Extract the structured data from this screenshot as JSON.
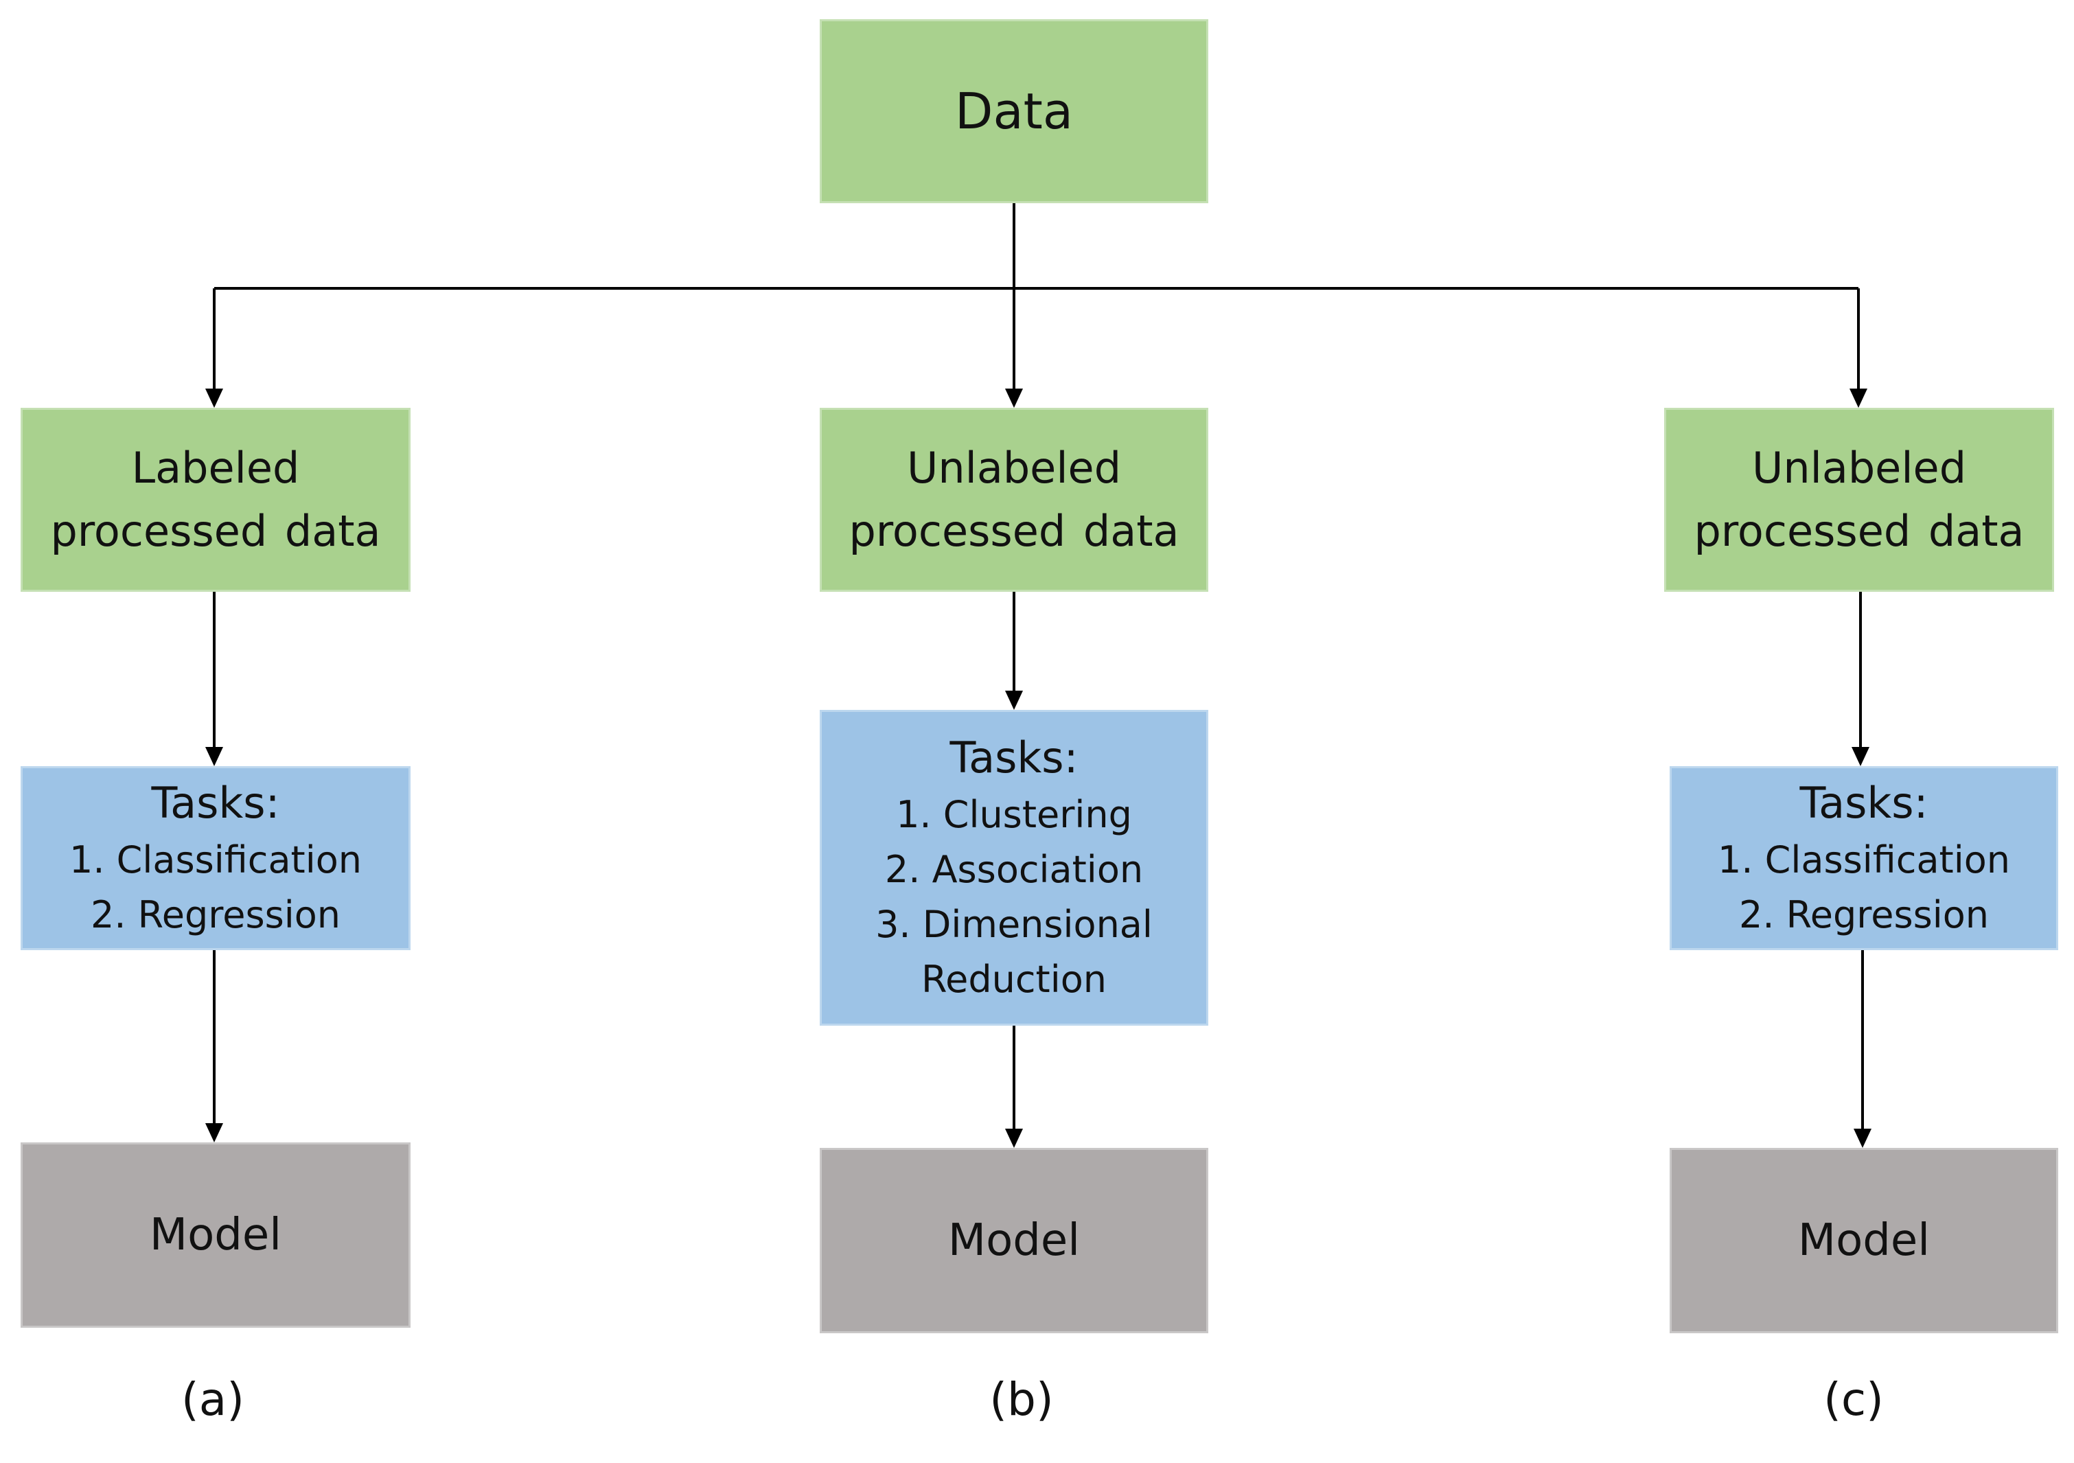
{
  "root": {
    "label": "Data"
  },
  "columns": [
    {
      "id": "a",
      "processed": [
        "Labeled",
        "processed data"
      ],
      "tasks": {
        "heading": "Tasks:",
        "items": [
          "1. Classification",
          "2. Regression"
        ]
      },
      "model": "Model",
      "caption": "(a)"
    },
    {
      "id": "b",
      "processed": [
        "Unlabeled",
        "processed data"
      ],
      "tasks": {
        "heading": "Tasks:",
        "items": [
          "1. Clustering",
          "2. Association",
          "3. Dimensional",
          "Reduction"
        ]
      },
      "model": "Model",
      "caption": "(b)"
    },
    {
      "id": "c",
      "processed": [
        "Unlabeled",
        "processed data"
      ],
      "tasks": {
        "heading": "Tasks:",
        "items": [
          "1. Classification",
          "2. Regression"
        ]
      },
      "model": "Model",
      "caption": "(c)"
    }
  ],
  "colors": {
    "data_boxes": "#a9d18e",
    "task_boxes": "#9dc3e6",
    "model_boxes": "#aeaaaa",
    "lines": "#000000"
  }
}
